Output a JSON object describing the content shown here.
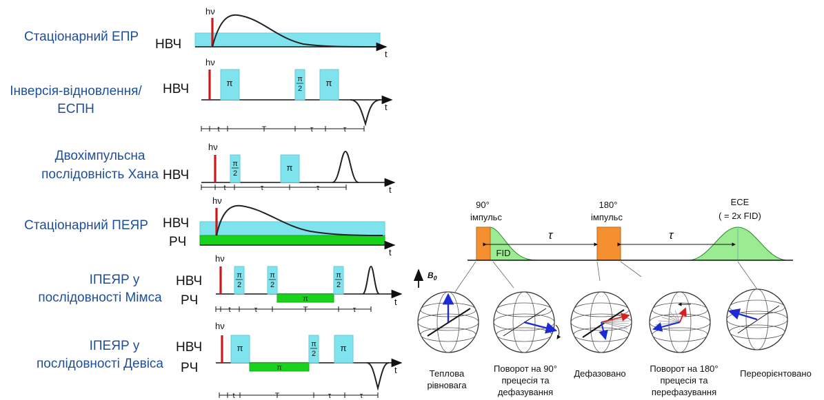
{
  "symbols": {
    "hv": "hν",
    "t": "t",
    "pi": "π",
    "pi_num": "π",
    "two": "2"
  },
  "sequences": [
    {
      "label": [
        "Стаціонарний ЕПР"
      ],
      "channels": [
        "НВЧ"
      ]
    },
    {
      "label": [
        "Інверсія-відновлення/",
        "ЕСПН"
      ],
      "channels": [
        "НВЧ"
      ],
      "timing": [
        "t",
        "T",
        "τ",
        "τ"
      ]
    },
    {
      "label": [
        "Двохімпульсна",
        "послідовність Хана"
      ],
      "channels": [
        "НВЧ"
      ],
      "timing": [
        "t",
        "τ",
        "τ"
      ]
    },
    {
      "label": [
        "Стаціонарний ПЕЯР"
      ],
      "channels": [
        "НВЧ",
        "РЧ"
      ]
    },
    {
      "label": [
        "ІПЕЯР у",
        "послідовності Мімса"
      ],
      "channels": [
        "НВЧ",
        "РЧ"
      ],
      "timing": [
        "t",
        "τ",
        "T",
        "τ"
      ]
    },
    {
      "label": [
        "ІПЕЯР у",
        "послідовності Девіса"
      ],
      "channels": [
        "НВЧ",
        "РЧ"
      ],
      "timing": [
        "t",
        "T",
        "τ",
        "τ"
      ]
    }
  ],
  "echo_panel": {
    "pulse1": [
      "90°",
      "імпульс"
    ],
    "pulse2": [
      "180°",
      "імпульс"
    ],
    "echo": [
      "ЕСЕ",
      "( = 2x FID)"
    ],
    "fid": "FID",
    "tau": "τ",
    "field": "B",
    "field_sub": "0",
    "captions": [
      [
        "Теплова",
        "рівновага"
      ],
      [
        "Поворот на 90°",
        "прецесія та",
        "дефазування"
      ],
      [
        "Дефазовано"
      ],
      [
        "Поворот на 180°",
        "прецесія та",
        "перефазування"
      ],
      [
        "Переорієнтовано"
      ]
    ]
  },
  "colors": {
    "mw_pulse": "#7fe3ee",
    "rf_pulse": "#19d21b",
    "hv_line": "#cc1a1a",
    "echo_pulse": "#f4902f",
    "fid_fill": "#9beb93",
    "label_text": "#1f4e99"
  }
}
